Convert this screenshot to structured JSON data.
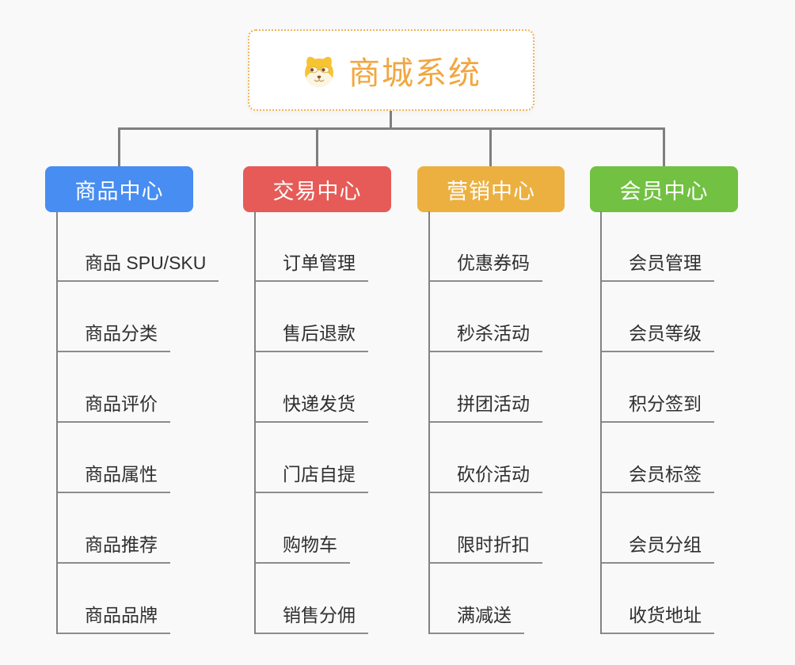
{
  "page": {
    "background": "#f9f9f9",
    "connector_color": "#7f7f7f"
  },
  "root": {
    "title": "商城系统",
    "icon": "dog-face-icon",
    "border_color": "#f1b259",
    "text_color": "#f2a640",
    "background": "#ffffff"
  },
  "branches": [
    {
      "label": "商品中心",
      "color": "#478df2",
      "children": [
        "商品 SPU/SKU",
        "商品分类",
        "商品评价",
        "商品属性",
        "商品推荐",
        "商品品牌"
      ]
    },
    {
      "label": "交易中心",
      "color": "#e65b57",
      "children": [
        "订单管理",
        "售后退款",
        "快递发货",
        "门店自提",
        "购物车",
        "销售分佣"
      ]
    },
    {
      "label": "营销中心",
      "color": "#ecb041",
      "children": [
        "优惠券码",
        "秒杀活动",
        "拼团活动",
        "砍价活动",
        "限时折扣",
        "满减送"
      ]
    },
    {
      "label": "会员中心",
      "color": "#72c142",
      "children": [
        "会员管理",
        "会员等级",
        "积分签到",
        "会员标签",
        "会员分组",
        "收货地址"
      ]
    }
  ]
}
